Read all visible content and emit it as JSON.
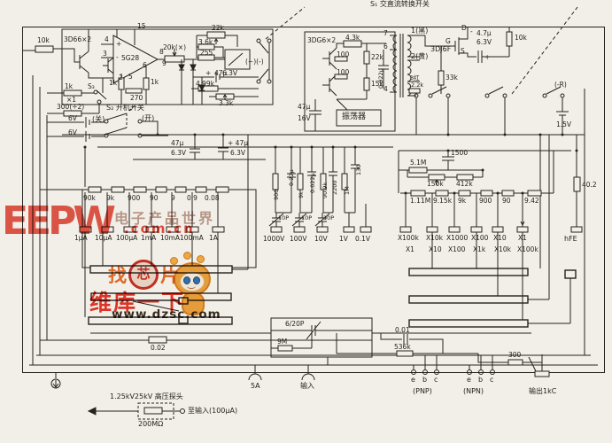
{
  "title": "S₁ 交直流转换开关",
  "amp": {
    "r10k": "10k",
    "pair": "3D66×2",
    "p15": "15",
    "p4": "4",
    "p3": "3",
    "p8": "8",
    "p9": "9",
    "p6": "6",
    "p2": "2",
    "p5": "5",
    "plus": "+",
    "minus": "-",
    "ic": "5G28",
    "pot": "20k(×)",
    "r1a": "1k",
    "r1b": "1k",
    "r270": "270",
    "rin": "1k",
    "x1": "×1",
    "s3": "S₃",
    "r300": "300(÷2)",
    "bat1": "6V",
    "bat2": "6V",
    "s2": "S₂ 开机开关",
    "off": "(关)",
    "on": "(开)"
  },
  "meter": {
    "r22k": "22k",
    "r36": "3.6k",
    "r255": "255",
    "mov": "47μ",
    "plus": "+",
    "bat": "6.3V",
    "r499": "4.99k",
    "r33": "3.3k",
    "sw": "(~)(-)"
  },
  "osc": {
    "pair": "3DG6×2",
    "r43": "4.3k",
    "ra": "100",
    "rb": "100",
    "r22k": "22k",
    "r15k": "15k",
    "c": "0.022μ",
    "p7": "7",
    "p6": "6",
    "p4": "4",
    "w1": "1(黑)",
    "w2": "2(黄)",
    "w3": "3红",
    "r22": "2.2k",
    "name": "振荡器",
    "c47": "47μ",
    "v16": "16V"
  },
  "fet": {
    "name": "3DJ6F",
    "g": "G",
    "d": "D",
    "s": "S",
    "minus": "-",
    "c47": "4.7μ",
    "v63": "6.3V",
    "plus": "+",
    "r10k": "10k",
    "r33k": "33k",
    "rr": "(-R)",
    "bat": "1.5V"
  },
  "mid": {
    "c1": "47μ",
    "v1": "6.3V",
    "c2": "+ 47μ",
    "v2": "6.3V"
  },
  "shunt": {
    "r": [
      "90k",
      "9k",
      "900",
      "90",
      "9",
      "0.9",
      "0.08"
    ],
    "taps": [
      "1μA",
      "10μA",
      "100μA",
      "1mA",
      "10mA",
      "100mA",
      "1A"
    ]
  },
  "vdiv": {
    "items": [
      "900",
      "0.22μ",
      "9k",
      "0.022μ",
      "90.9k",
      "2200",
      "1M",
      "130"
    ],
    "trim": [
      "10P",
      "10P",
      "10P"
    ],
    "taps": [
      "1000V",
      "100V",
      "10V",
      "1V",
      "0.1V"
    ]
  },
  "ohm": {
    "c1500": "1500",
    "r51": "5.1M",
    "r150": "150k",
    "r412": "412k",
    "chain": [
      "1.11M",
      "9.15k",
      "9k",
      "900",
      "90",
      "9.42"
    ],
    "row1": [
      "X100k",
      "X10k",
      "X1000",
      "X100",
      "X10",
      "X1"
    ],
    "row2": [
      "X1",
      "X10",
      "X100",
      "X1k",
      "X10k",
      "X100k"
    ],
    "hfe": "hFE",
    "r402": "40.2"
  },
  "bottom": {
    "r002": "0.02",
    "trim": "6/20P",
    "r9m": "9M",
    "c001": "0.01",
    "r536": "536k",
    "r300": "300"
  },
  "terminals": {
    "t5a": "5A",
    "tin": "输入",
    "e1": "e",
    "b1": "b",
    "c1": "c",
    "pnp": "(PNP)",
    "e2": "e",
    "b2": "b",
    "c2": "c",
    "npn": "(NPN)",
    "out": "输出1kC"
  },
  "probe": {
    "title": "1.25kV25kV 高压探头",
    "r": "200MΩ",
    "note": "至输入(100μA)"
  },
  "watermark": {
    "eepw": "EEPW",
    "site1": "电子产品世界",
    "site2": ".com.cn",
    "find1": "找",
    "find2": "芯",
    "find3": "片",
    "name": "维库一下",
    "url": "www.dzsc.com",
    "red": "#e23b2c",
    "orange": "#f2a338"
  }
}
